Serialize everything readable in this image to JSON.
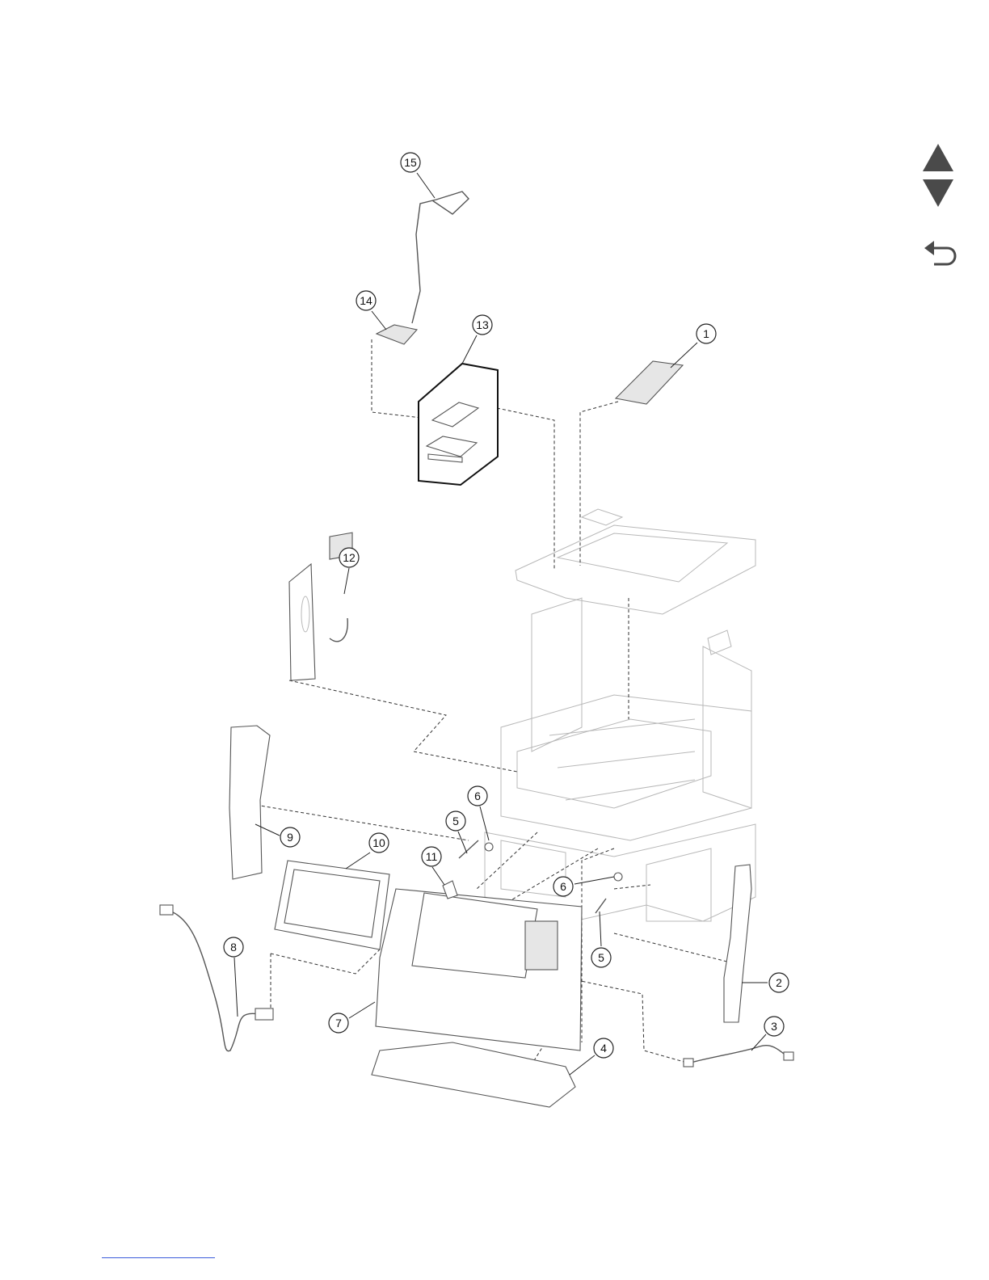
{
  "callouts": [
    {
      "id": "c1",
      "label": "1"
    },
    {
      "id": "c2",
      "label": "2"
    },
    {
      "id": "c3",
      "label": "3"
    },
    {
      "id": "c4",
      "label": "4"
    },
    {
      "id": "c5a",
      "label": "5"
    },
    {
      "id": "c5b",
      "label": "5"
    },
    {
      "id": "c6a",
      "label": "6"
    },
    {
      "id": "c6b",
      "label": "6"
    },
    {
      "id": "c7",
      "label": "7"
    },
    {
      "id": "c8",
      "label": "8"
    },
    {
      "id": "c9",
      "label": "9"
    },
    {
      "id": "c10",
      "label": "10"
    },
    {
      "id": "c11",
      "label": "11"
    },
    {
      "id": "c12",
      "label": "12"
    },
    {
      "id": "c13",
      "label": "13"
    },
    {
      "id": "c14",
      "label": "14"
    },
    {
      "id": "c15",
      "label": "15"
    }
  ],
  "navigation": {
    "previous_icon": "triangle-up-icon",
    "next_icon": "triangle-down-icon",
    "back_icon": "return-arrow-icon"
  },
  "colors": {
    "line": "#222222",
    "ghost_frame": "#b8b8b8",
    "nav_icon": "#4a4a4a",
    "footer_link": "#3b5bdb"
  }
}
